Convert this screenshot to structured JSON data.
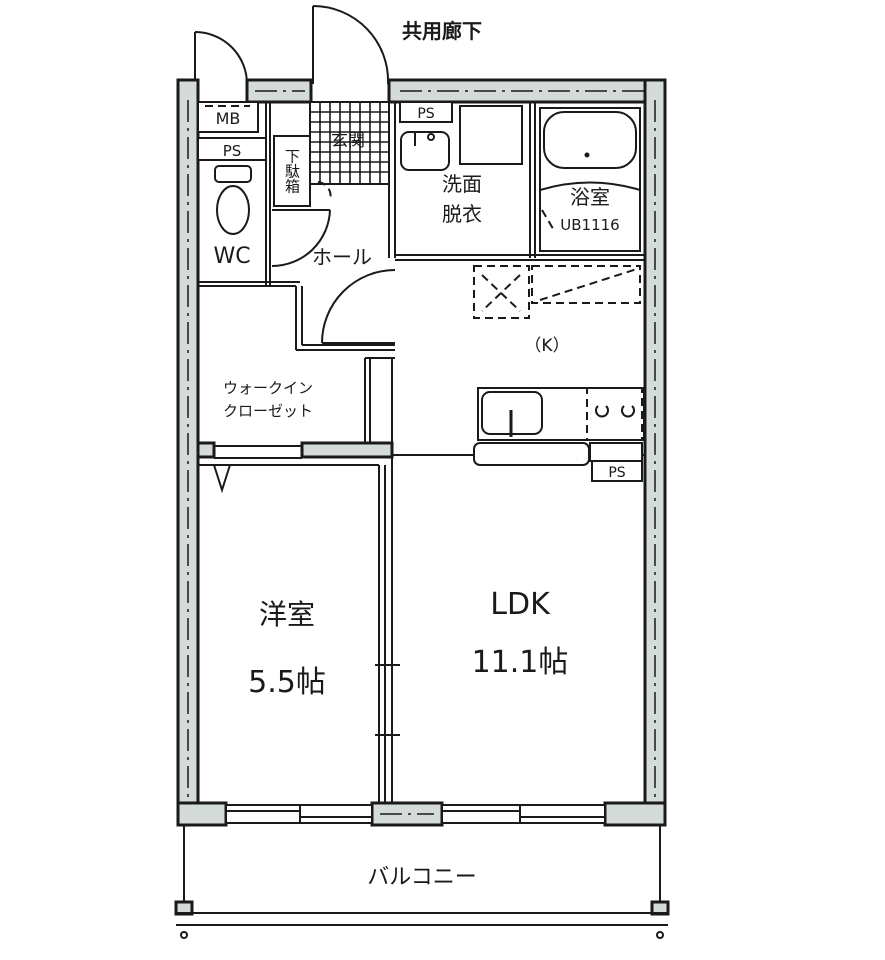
{
  "plan": {
    "corridor_label": "共用廊下",
    "balcony_label": "バルコニー",
    "colors": {
      "wall_fill": "#d4dbd8",
      "line": "#1a1a1a",
      "background": "#ffffff"
    },
    "rooms": {
      "mb": "MB",
      "ps_left": "PS",
      "wc": "WC",
      "shoe_cabinet": "下駄箱",
      "entrance": "玄関",
      "hall": "ホール",
      "ps_top": "PS",
      "washroom_line1": "洗面",
      "washroom_line2": "脱衣",
      "bath": "浴室",
      "bath_unit": "UB1116",
      "kitchen": "（K）",
      "closet_line1": "ウォークイン",
      "closet_line2": "クローゼット",
      "ps_kitchen": "PS",
      "western_room": "洋室",
      "western_room_size": "5.5帖",
      "ldk": "LDK",
      "ldk_size": "11.1帖"
    }
  }
}
